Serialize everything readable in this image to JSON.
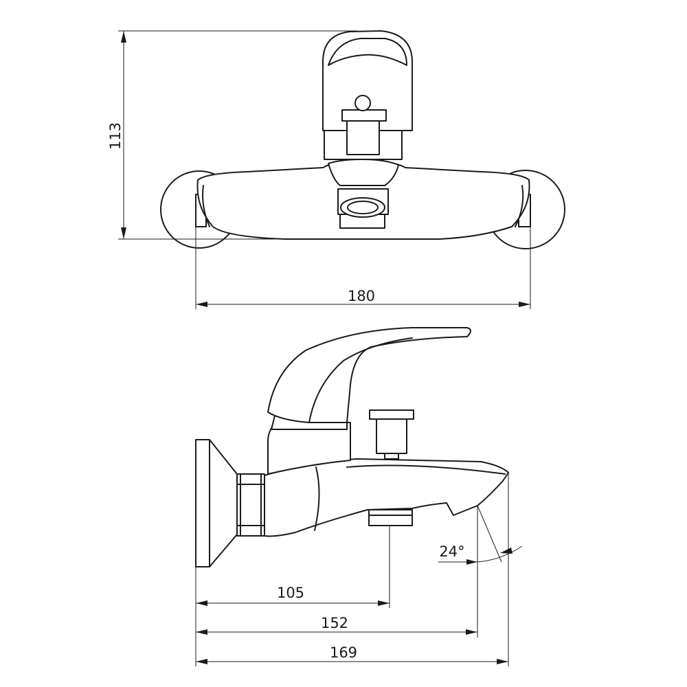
{
  "drawing": {
    "front_view": {
      "height_dimension": "113",
      "width_dimension": "180"
    },
    "side_view": {
      "handshower_outlet_distance": "105",
      "spout_outlet_distance": "152",
      "total_projection": "169",
      "spout_angle": "24°"
    }
  }
}
